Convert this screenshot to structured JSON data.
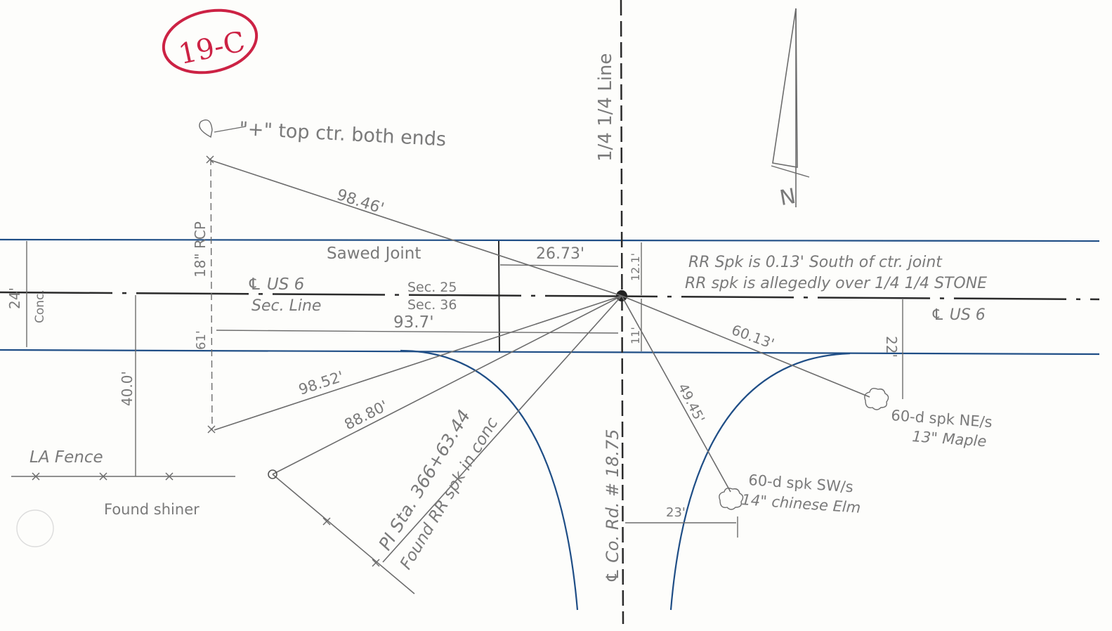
{
  "stamp": {
    "label": "19-C",
    "color": "#cc2244"
  },
  "colors": {
    "road_edge": "#1f4e86",
    "pencil": "#6c6c6c",
    "dark": "#2a2a2a"
  },
  "labels": {
    "top_note": "\"+\" top ctr. both ends",
    "quarter_line": "1/4 1/4 Line",
    "dist_98_46": "98.46'",
    "sawed_joint": "Sawed Joint",
    "dist_26_73": "26.73'",
    "dist_12_1": "12.1'",
    "rr_note_1": "RR Spk is 0.13' South of ctr. joint",
    "rr_note_2": "RR spk is allegedly over 1/4 1/4 STONE",
    "cl_us6_left": "℄ US 6",
    "sec_line": "Sec. Line",
    "sec_25": "Sec. 25",
    "sec_36": "Sec. 36",
    "dist_93_7": "93.7'",
    "dist_24": "24'",
    "conc": "Conc.",
    "rcp": "18\" RCP",
    "dist_61": "61'",
    "cl_us6_right": "℄ US 6",
    "dist_60_13": "60.13'",
    "dist_22": "22'",
    "dist_40_0": "40.0'",
    "dist_98_52": "98.52'",
    "dist_88_80": "88.80'",
    "pi_sta": "PI Sta. 366+63.44",
    "found_rr": "Found RR spk in conc",
    "co_rd": "℄ Co. Rd. # 18.75",
    "dist_49_45": "49.45'",
    "dist_11": "11'",
    "ne_spike_1": "60-d spk NE/s",
    "ne_spike_2": "13\" Maple",
    "sw_spike_1": "60-d spk SW/s",
    "sw_spike_2": "14\" chinese Elm",
    "dist_23": "23'",
    "la_fence": "LA Fence",
    "found_shiner": "Found shiner",
    "north": "N"
  }
}
